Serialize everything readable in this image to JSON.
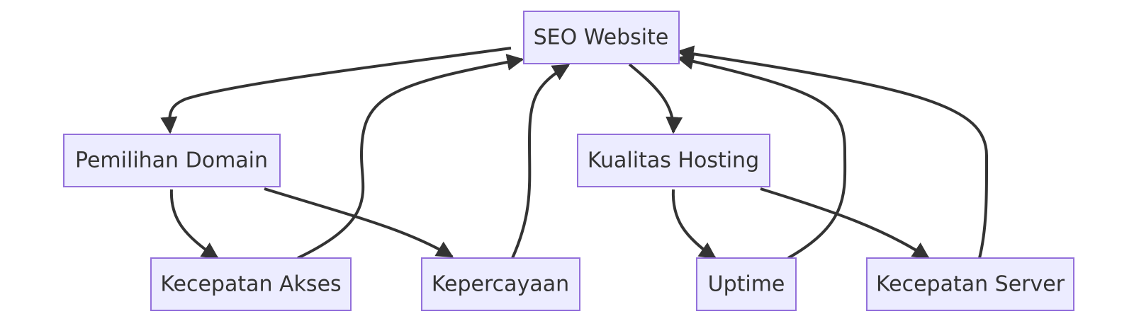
{
  "diagram": {
    "nodes": [
      {
        "id": "seo",
        "label": "SEO Website"
      },
      {
        "id": "domain",
        "label": "Pemilihan Domain"
      },
      {
        "id": "hosting",
        "label": "Kualitas Hosting"
      },
      {
        "id": "akses",
        "label": "Kecepatan Akses"
      },
      {
        "id": "percaya",
        "label": "Kepercayaan"
      },
      {
        "id": "uptime",
        "label": "Uptime"
      },
      {
        "id": "server",
        "label": "Kecepatan Server"
      }
    ],
    "edges": [
      {
        "from": "seo",
        "to": "domain"
      },
      {
        "from": "seo",
        "to": "hosting"
      },
      {
        "from": "domain",
        "to": "akses"
      },
      {
        "from": "domain",
        "to": "percaya"
      },
      {
        "from": "hosting",
        "to": "uptime"
      },
      {
        "from": "hosting",
        "to": "server"
      },
      {
        "from": "akses",
        "to": "seo"
      },
      {
        "from": "percaya",
        "to": "seo"
      },
      {
        "from": "uptime",
        "to": "seo"
      },
      {
        "from": "server",
        "to": "seo"
      }
    ]
  },
  "colors": {
    "node_fill": "#ececff",
    "node_stroke": "#9370db",
    "edge": "#333333",
    "text": "#333333"
  }
}
